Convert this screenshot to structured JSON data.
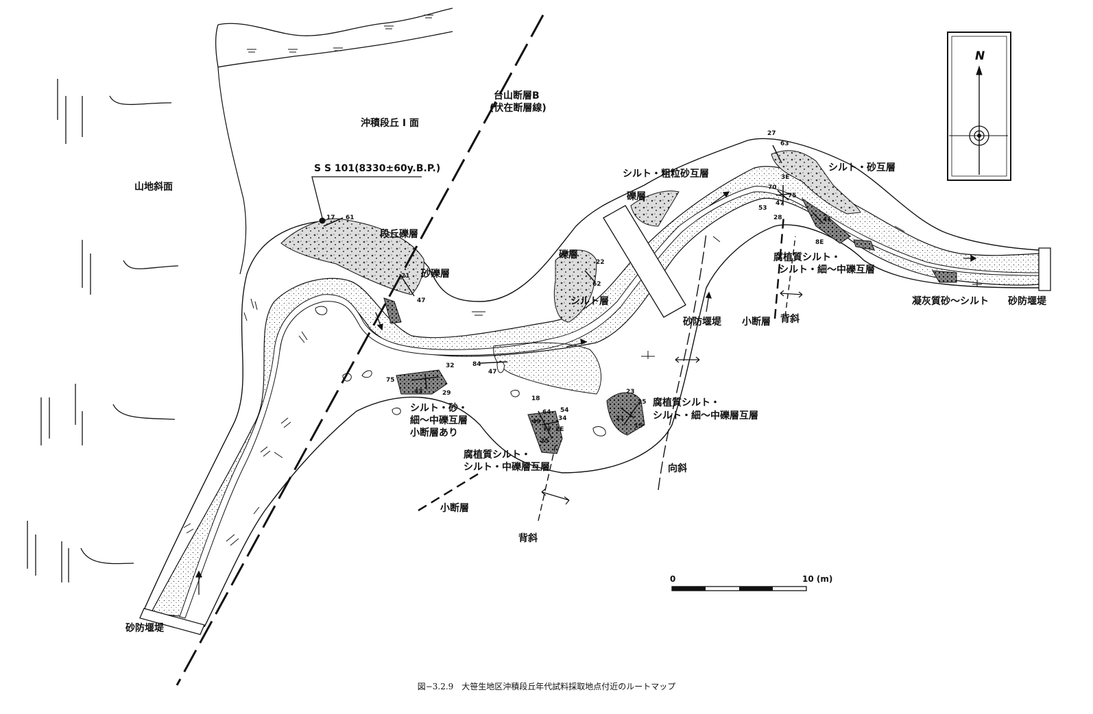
{
  "map": {
    "caption": "図−3.2.9　大笹生地区沖積段丘年代試料採取地点付近のルートマップ",
    "north_label": "N",
    "scale": {
      "zero": "0",
      "end": "10 (m)"
    },
    "areas": {
      "terrace": "沖積段丘 I 面",
      "slope": "山地斜面"
    },
    "fault": {
      "name": "台山断層B",
      "note": "(伏在断層線)"
    },
    "sample": {
      "id": "S S 101(8330±60y.B.P.)"
    },
    "layers": {
      "terrace_gravel": "段丘礫層",
      "sand_gravel": "砂礫層",
      "gravel_1": "礫層",
      "gravel_2": "礫層",
      "silt": "シルト層",
      "silt_coarse_sand": "シルト・粗粒砂互層",
      "silt_sand": "シルト・砂互層",
      "humic_fine_mid": [
        "腐植質シルト・",
        "シルト・細〜中礫互層"
      ],
      "humic_center": [
        "腐植質シルト・",
        "シルト・細〜中礫層互層"
      ],
      "humic_mid": [
        "腐植質シルト・",
        "シルト・中礫層互層"
      ],
      "silt_sand_gravel": [
        "シルト・砂・",
        "細〜中礫互層",
        "小断層あり"
      ],
      "tuff_sand": "凝灰質砂〜シルト"
    },
    "structures": {
      "dam_1": "砂防堰堤",
      "dam_2": "砂防堰堤",
      "dam_3": "砂防堰堤",
      "syncline": "向斜",
      "anticline_1": "背斜",
      "anticline_2": "背斜",
      "small_fault_1": "小断層",
      "small_fault_2": "小断層"
    },
    "dips": [
      {
        "key": "d17",
        "v": "17"
      },
      {
        "key": "d61",
        "v": "61"
      },
      {
        "key": "d21",
        "v": "21"
      },
      {
        "key": "d47a",
        "v": "47"
      },
      {
        "key": "d22",
        "v": "22"
      },
      {
        "key": "d62",
        "v": "62"
      },
      {
        "key": "d27",
        "v": "27"
      },
      {
        "key": "d63",
        "v": "63"
      },
      {
        "key": "d3e",
        "v": "3E"
      },
      {
        "key": "d70",
        "v": "70"
      },
      {
        "key": "d75a",
        "v": "75"
      },
      {
        "key": "d53",
        "v": "53"
      },
      {
        "key": "d47b",
        "v": "47"
      },
      {
        "key": "d28",
        "v": "28"
      },
      {
        "key": "d41",
        "v": "41"
      },
      {
        "key": "d8e",
        "v": "8E"
      },
      {
        "key": "d84a",
        "v": "84"
      },
      {
        "key": "d47c",
        "v": "47"
      },
      {
        "key": "d32",
        "v": "32"
      },
      {
        "key": "d75b",
        "v": "75"
      },
      {
        "key": "d43",
        "v": "43"
      },
      {
        "key": "d29",
        "v": "29"
      },
      {
        "key": "d18",
        "v": "18"
      },
      {
        "key": "d64",
        "v": "64"
      },
      {
        "key": "d54",
        "v": "54"
      },
      {
        "key": "d34",
        "v": "34"
      },
      {
        "key": "d49",
        "v": "49"
      },
      {
        "key": "d77",
        "v": "77"
      },
      {
        "key": "d2e",
        "v": "2E"
      },
      {
        "key": "d25a",
        "v": "25"
      },
      {
        "key": "d23",
        "v": "23"
      },
      {
        "key": "d25b",
        "v": "25"
      },
      {
        "key": "d21b",
        "v": "21"
      },
      {
        "key": "d15",
        "v": "15"
      }
    ]
  }
}
